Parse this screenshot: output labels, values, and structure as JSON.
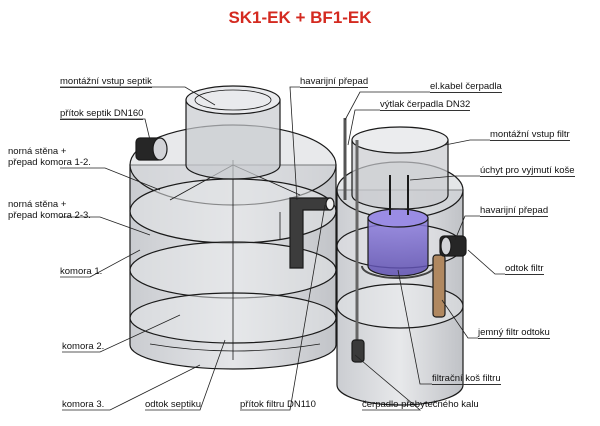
{
  "title": "SK1-EK + BF1-EK",
  "labels": {
    "montazni_vstup_septik": "montážní vstup septik",
    "pritok_septik": "přítok septik DN160",
    "norna_stena_1_2_line1": "norná stěna +",
    "norna_stena_1_2_line2": "přepad komora 1-2.",
    "norna_stena_2_3_line1": "norná stěna +",
    "norna_stena_2_3_line2": "přepad komora 2-3.",
    "komora_1": "komora 1.",
    "komora_2": "komora 2.",
    "komora_3": "komora 3.",
    "odtok_septiku": "odtok septiku",
    "pritok_filtru": "přítok filtru DN110",
    "cerpadlo_kalu": "čerpadlo přebytečného kalu",
    "havarijni_prepad_top": "havarijní přepad",
    "el_kabel": "el.kabel čerpadla",
    "vytlak_cerpadla": "výtlak čerpadla DN32",
    "montazni_vstup_filtr": "montážní vstup filtr",
    "uchyt_kose": "úchyt pro vyjmutí koše",
    "havarijni_prepad_right": "havarijní přepad",
    "odtok_filtr": "odtok filtr",
    "jemny_filtr": "jemný filtr odtoku",
    "filtracni_kos": "filtrační koš filtru"
  },
  "colors": {
    "title": "#d42a20",
    "tank_line": "#1a1a1a",
    "tank_fill": "#b9bcc3",
    "ring_fill": "#e6e7ea",
    "basket": "#6d5cc4",
    "pipe_dark": "#3a3a3a",
    "filter": "#b08860"
  }
}
